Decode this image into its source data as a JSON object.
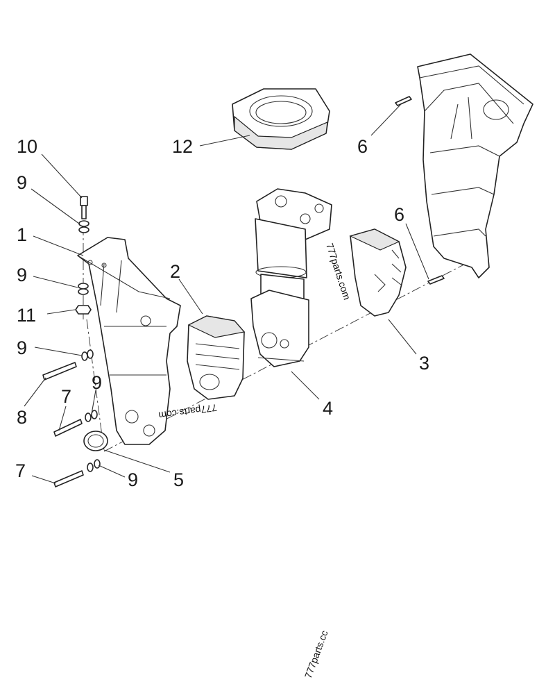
{
  "callouts": {
    "c1": "1",
    "c2": "2",
    "c3": "3",
    "c4": "4",
    "c5": "5",
    "c6a": "6",
    "c6b": "6",
    "c7a": "7",
    "c7b": "7",
    "c8": "8",
    "c9a": "9",
    "c9b": "9",
    "c9c": "9",
    "c9d": "9",
    "c9e": "9",
    "c10": "10",
    "c11": "11",
    "c12": "12"
  },
  "watermarks": {
    "w1": "777parts.com",
    "w2": "777parts.com",
    "w3": "777parts.cc"
  },
  "colors": {
    "line": "#222222",
    "fill": "#ffffff",
    "shade": "#e6e6e6"
  }
}
